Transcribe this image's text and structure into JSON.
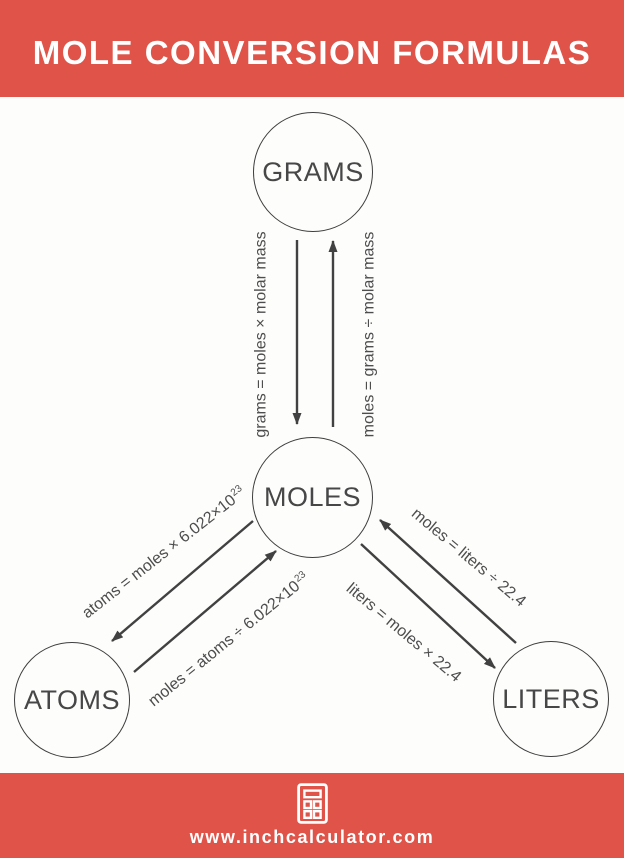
{
  "header": {
    "title": "MOLE CONVERSION FORMULAS"
  },
  "colors": {
    "accent": "#df5349",
    "ink": "#474747",
    "arrow": "#414141"
  },
  "nodes": {
    "grams": {
      "label": "GRAMS"
    },
    "moles": {
      "label": "MOLES"
    },
    "atoms": {
      "label": "ATOMS"
    },
    "liters": {
      "label": "LITERS"
    }
  },
  "formulas": {
    "grams_from_moles": {
      "text": "grams = moles × molar mass",
      "sup": ""
    },
    "moles_from_grams": {
      "text": "moles = grams ÷ molar mass",
      "sup": ""
    },
    "atoms_from_moles": {
      "text": "atoms = moles × 6.022×10",
      "sup": "23"
    },
    "moles_from_atoms": {
      "text": "moles = atoms ÷ 6.022×10",
      "sup": "23"
    },
    "moles_from_liters": {
      "text": "moles = liters ÷ 22.4",
      "sup": ""
    },
    "liters_from_moles": {
      "text": "liters = moles × 22.4",
      "sup": ""
    }
  },
  "footer": {
    "icon": "calculator-icon",
    "url": "www.inchcalculator.com"
  }
}
